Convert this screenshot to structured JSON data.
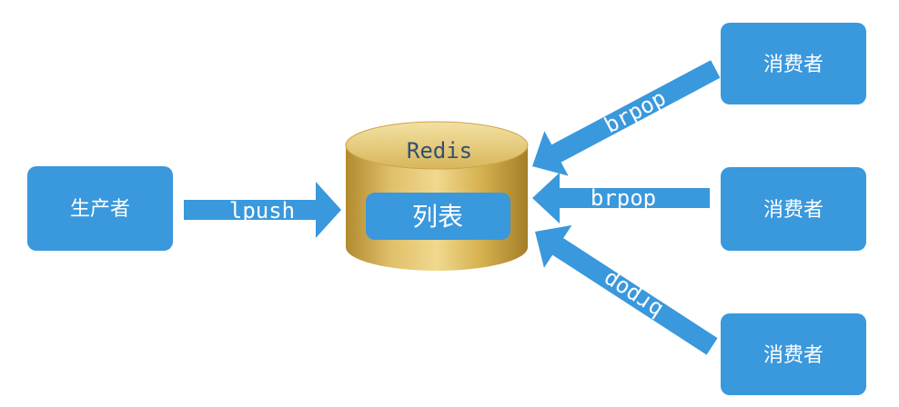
{
  "producer": {
    "label": "生产者"
  },
  "redis": {
    "title": "Redis",
    "list_label": "列表"
  },
  "push_arrow": {
    "label": "lpush"
  },
  "consumers": [
    {
      "label": "消费者",
      "command": "brpop"
    },
    {
      "label": "消费者",
      "command": "brpop"
    },
    {
      "label": "消费者",
      "command": "brpop"
    }
  ],
  "colors": {
    "box_blue": "#3a98dc",
    "arrow_blue": "#3a98dc",
    "cylinder_gold": "#d9b450"
  }
}
